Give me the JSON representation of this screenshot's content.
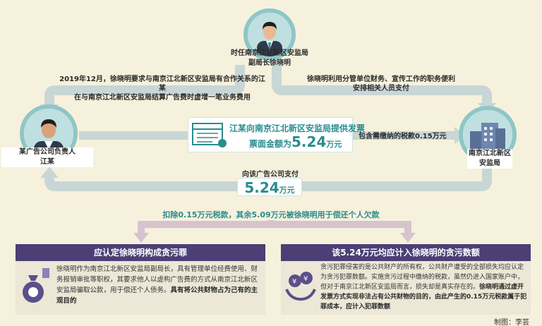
{
  "nodes": {
    "official": {
      "line1": "时任南京江北新区安监局",
      "line2": "副局长徐晓明"
    },
    "company": {
      "line1": "某广告公司负责人",
      "line2": "江某"
    },
    "bureau": {
      "line1": "南京江北新区",
      "line2": "安监局"
    }
  },
  "flows": {
    "top_left": {
      "line1": "2019年12月，徐晓明要求与南京江北新区安监局有合作关系的江某",
      "line2": "在与南京江北新区安监局结算广告费时虚增一笔业务费用"
    },
    "top_right": {
      "line1": "徐晓明利用分管单位财务、宣传工作的职务便利",
      "line2": "安排相关人员支付"
    },
    "invoice": {
      "line1": "江某向南京江北新区安监局提供发票",
      "line2_prefix": "票面金额为",
      "amount": "5.24",
      "unit": "万元"
    },
    "tax": {
      "text": "包含需缴纳的税款0.15万元"
    },
    "payment": {
      "label": "向该广告公司支付",
      "amount": "5.24",
      "unit": "万元"
    },
    "deduction": {
      "text": "扣除0.15万元税款，其余5.09万元被徐晓明用于偿还个人欠款"
    }
  },
  "panels": {
    "left": {
      "title": "应认定徐晓明构成贪污罪",
      "body_plain": "徐晓明作为南京江北新区安监局副局长，具有管理单位经费使用、财务报销审批等职权，其要求他人以虚构广告费的方式从南京江北新区安监局骗取公款，用于偿还个人债务。",
      "body_bold": "具有将公共财物占为己有的主观目的"
    },
    "right": {
      "title": "该5.24万元均应计入徐晓明的贪污数额",
      "body_plain": "贪污犯罪侵害的是公共财产的所有权，公共财产遭受的全部损失均应认定为贪污犯罪数额。实施贪污过程中缴纳的税款，虽然仍进入国家账户中，但对于南京江北新区安监局而言，损失却是真实存在的。",
      "body_bold": "徐晓明通过虚开发票方式实现非法占有公共财物的目的，由此产生的0.15万元税款属于犯罪成本，应计入犯罪数额"
    }
  },
  "credit": "制图：李芸",
  "colors": {
    "arrow": "#c9d6d6",
    "teal": "#2a8c8e",
    "panel_head": "#4b3f75",
    "background": "#f6f1dc"
  }
}
